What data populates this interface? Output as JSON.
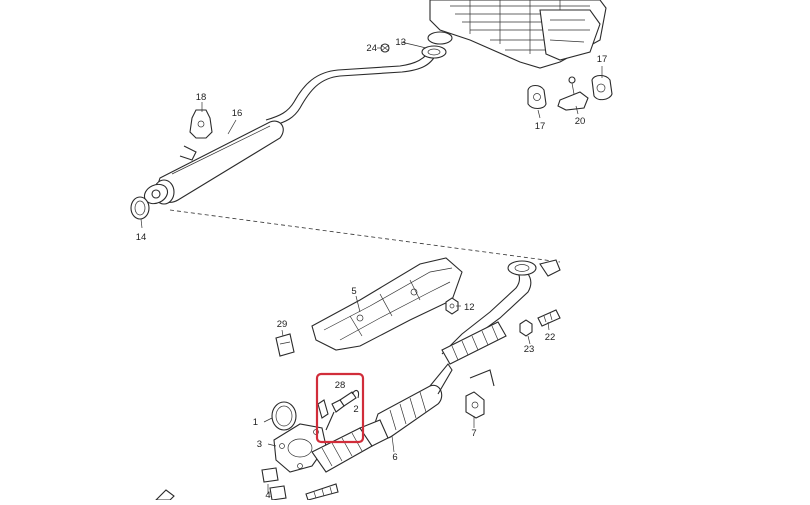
{
  "colors": {
    "background": "#ffffff",
    "linework": "#2b2b2b",
    "highlight": "#d12d3a"
  },
  "callouts": {
    "p1": "1",
    "p2": "2",
    "p3": "3",
    "p4": "4",
    "p5": "5",
    "p6": "6",
    "p7": "7",
    "p12": "12",
    "p13": "13",
    "p14": "14",
    "p16": "16",
    "p17a": "17",
    "p17b": "17",
    "p18": "18",
    "p20": "20",
    "p22": "22",
    "p23": "23",
    "p24": "24",
    "p28": "28",
    "p29": "29"
  },
  "highlight": {
    "part": "28"
  }
}
